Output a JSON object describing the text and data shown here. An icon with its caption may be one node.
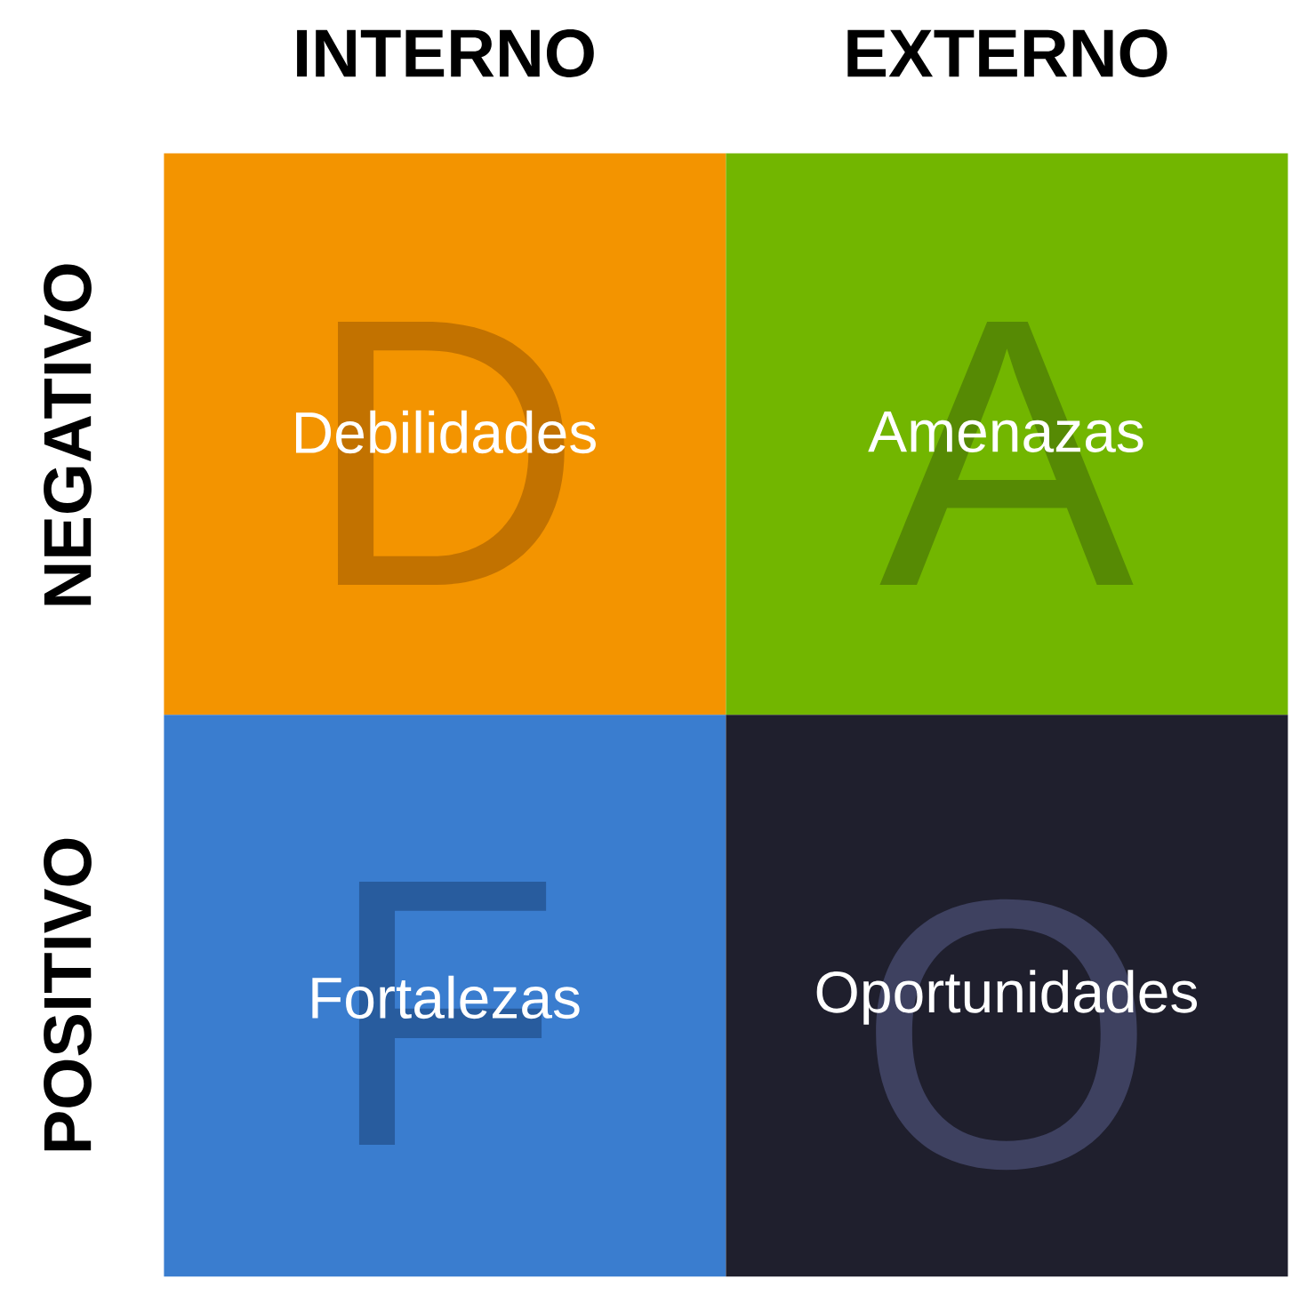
{
  "diagram": {
    "nodes": [
      {
        "text": [
          "D",
          "Debilidades"
        ]
      },
      {
        "text": [
          "A",
          "Amenazas"
        ]
      },
      {
        "text": [
          "F",
          "Fortalezas"
        ]
      },
      {
        "text": [
          "O",
          "Oportunidades"
        ]
      }
    ],
    "labels": [
      "INTERNO",
      "EXTERNO",
      "NEGATIVO",
      "POSITIVO"
    ]
  }
}
